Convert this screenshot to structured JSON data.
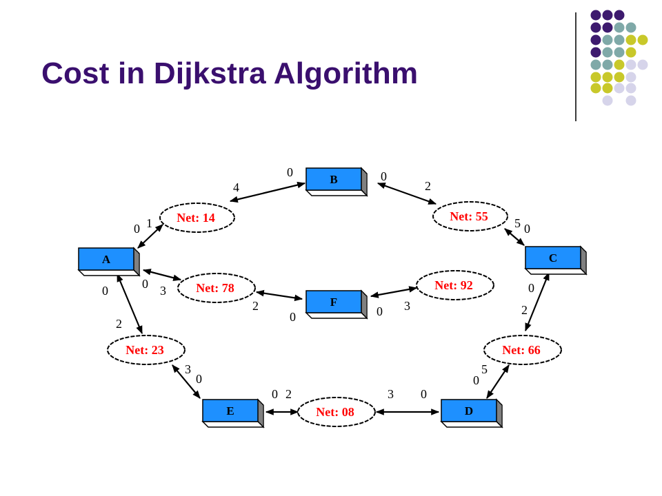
{
  "slide": {
    "title": "Cost in Dijkstra Algorithm"
  },
  "theme": {
    "title_color": "#3a0f6e",
    "dot_colors": {
      "purple": "#3d1a6e",
      "teal": "#7fa9a8",
      "lime": "#c8c82a",
      "lavender": "#d6d4ea"
    },
    "router_color": "#1e90ff",
    "net_text_color": "#ff0000"
  },
  "diagram": {
    "routers": [
      {
        "id": "A",
        "label": "A"
      },
      {
        "id": "B",
        "label": "B"
      },
      {
        "id": "C",
        "label": "C"
      },
      {
        "id": "D",
        "label": "D"
      },
      {
        "id": "E",
        "label": "E"
      },
      {
        "id": "F",
        "label": "F"
      }
    ],
    "networks": [
      {
        "id": "14",
        "label": "Net: 14"
      },
      {
        "id": "55",
        "label": "Net: 55"
      },
      {
        "id": "78",
        "label": "Net: 78"
      },
      {
        "id": "92",
        "label": "Net: 92"
      },
      {
        "id": "23",
        "label": "Net: 23"
      },
      {
        "id": "66",
        "label": "Net: 66"
      },
      {
        "id": "08",
        "label": "Net: 08"
      }
    ],
    "links": [
      {
        "from": "B",
        "to": "14",
        "router_cost": "0",
        "net_cost": "4"
      },
      {
        "from": "A",
        "to": "14",
        "router_cost": "0",
        "net_cost": "1"
      },
      {
        "from": "B",
        "to": "55",
        "router_cost": "0",
        "net_cost": "2"
      },
      {
        "from": "C",
        "to": "55",
        "router_cost": "0",
        "net_cost": "5"
      },
      {
        "from": "A",
        "to": "78",
        "router_cost": "0",
        "net_cost": "3"
      },
      {
        "from": "F",
        "to": "78",
        "router_cost": "0",
        "net_cost": "2"
      },
      {
        "from": "F",
        "to": "92",
        "router_cost": "0",
        "net_cost": "3"
      },
      {
        "from": "A",
        "to": "23",
        "router_cost": "0",
        "net_cost": "2"
      },
      {
        "from": "E",
        "to": "23",
        "router_cost": "0",
        "net_cost": "3"
      },
      {
        "from": "C",
        "to": "66",
        "router_cost": "0",
        "net_cost": "2"
      },
      {
        "from": "D",
        "to": "66",
        "router_cost": "0",
        "net_cost": "5"
      },
      {
        "from": "E",
        "to": "08",
        "router_cost": "0",
        "net_cost": "2"
      },
      {
        "from": "D",
        "to": "08",
        "router_cost": "0",
        "net_cost": "3"
      }
    ]
  }
}
